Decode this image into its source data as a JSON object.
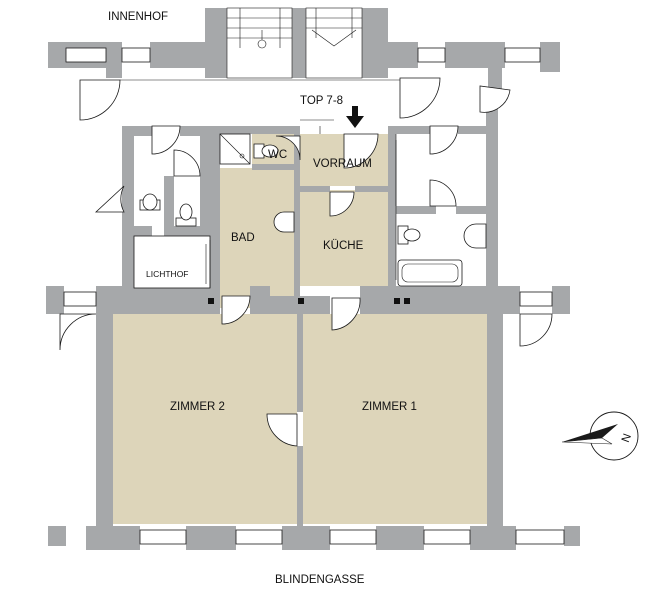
{
  "plan": {
    "courtyard_label": "INNENHOF",
    "street_label": "BLINDENGASSE",
    "unit_label": "TOP 7-8",
    "compass_label": "N",
    "rooms": {
      "vorraum": "VORRAUM",
      "wc": "WC",
      "bad": "BAD",
      "kueche": "KÜCHE",
      "lichthof": "LICHTHOF",
      "zimmer1": "ZIMMER 1",
      "zimmer2": "ZIMMER 2"
    }
  },
  "colors": {
    "wall": "#a6a8aa",
    "room_fill": "#ddd5ba",
    "line": "#1a1a1a"
  }
}
